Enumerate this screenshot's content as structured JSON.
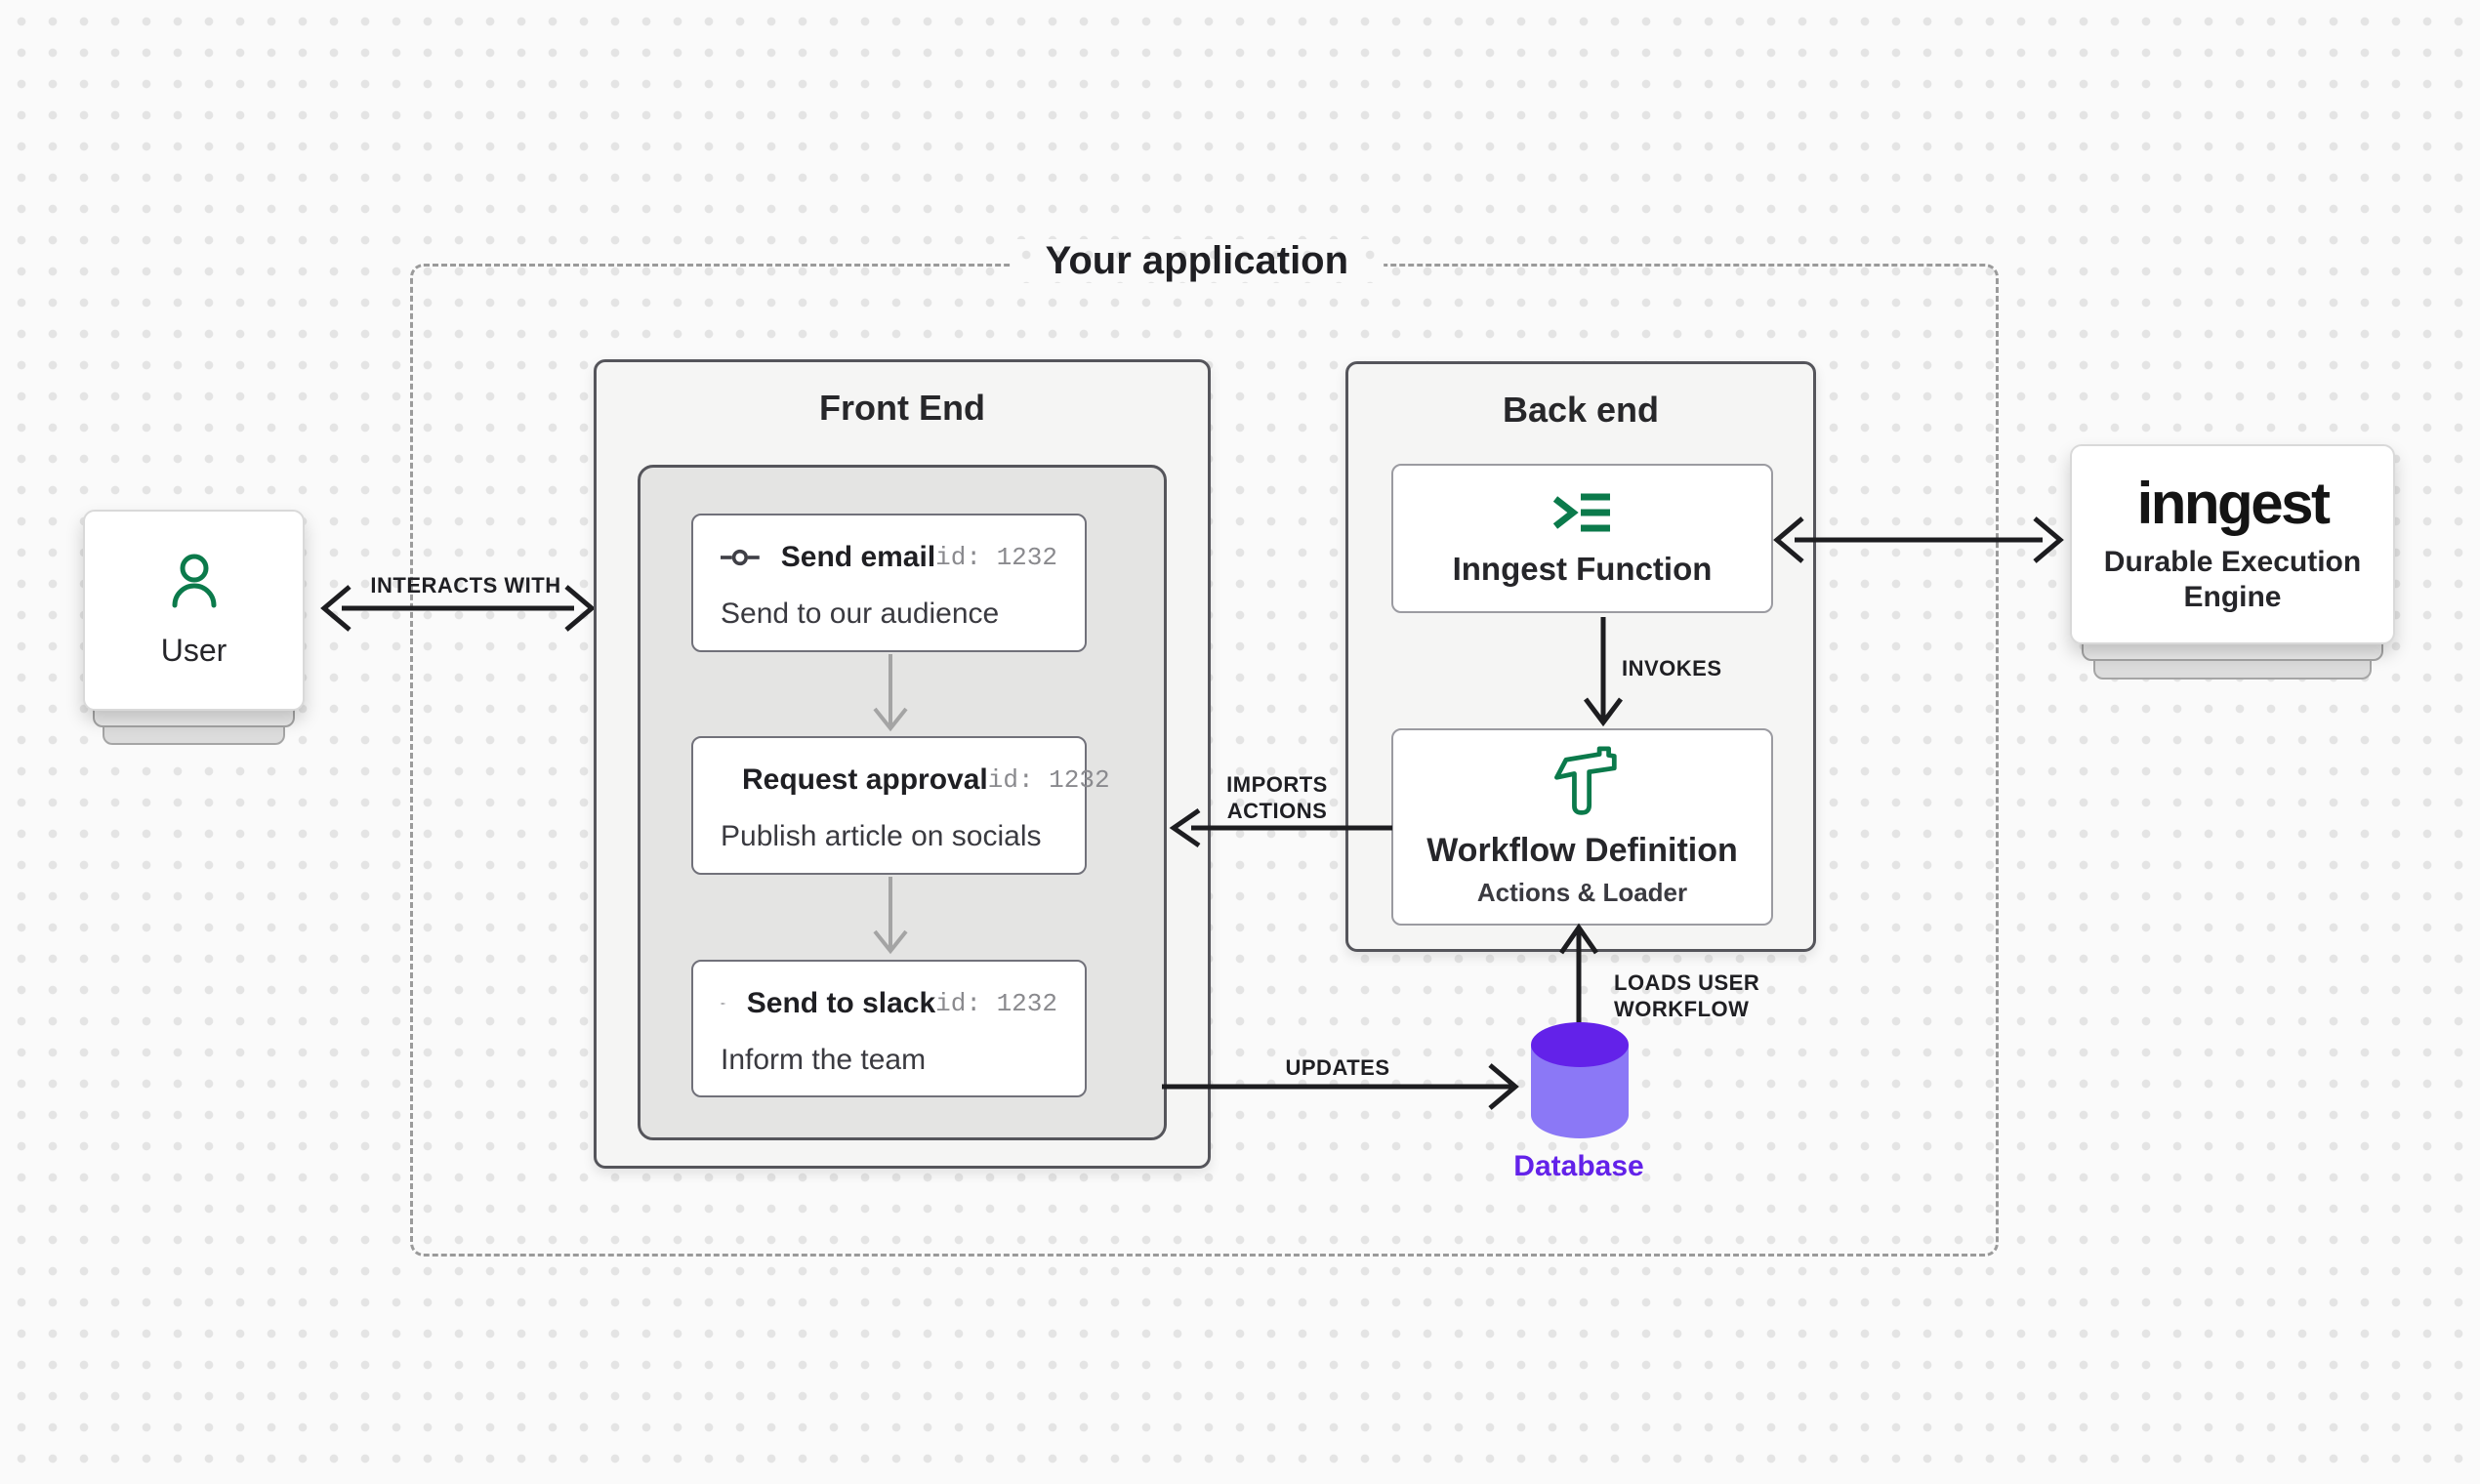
{
  "page": {
    "title": "Your application"
  },
  "user_node": {
    "label": "User",
    "icon": "person-icon"
  },
  "frontend": {
    "title": "Front End",
    "cards": [
      {
        "icon": "commit-icon",
        "title": "Send email",
        "id_label": "id: 1232",
        "description": "Send to our audience"
      },
      {
        "icon": "commit-icon",
        "title": "Request approval",
        "id_label": "id: 1232",
        "description": "Publish article on socials"
      },
      {
        "icon": "commit-icon",
        "title": "Send to slack",
        "id_label": "id: 1232",
        "description": "Inform the team"
      }
    ]
  },
  "backend": {
    "title": "Back end",
    "function_card": {
      "icon": "function-list-icon",
      "title": "Inngest Function"
    },
    "workflow_card": {
      "icon": "hammer-icon",
      "title": "Workflow Definition",
      "subtitle": "Actions & Loader"
    }
  },
  "engine": {
    "logo": "inngest",
    "subtitle": "Durable Execution Engine"
  },
  "database": {
    "label": "Database",
    "icon": "database-cylinder-icon"
  },
  "arrows": {
    "interacts_with": "INTERACTS WITH",
    "invokes": "INVOKES",
    "imports_line1": "IMPORTS",
    "imports_line2": "ACTIONS",
    "loads_line1": "LOADS USER",
    "loads_line2": "WORKFLOW",
    "updates": "UPDATES"
  },
  "colors": {
    "background": "#fafafa",
    "dot_grid": "#e4e4e4",
    "panel_fill": "#f5f5f4",
    "inner_fill": "#e4e4e3",
    "border_dark": "#55555b",
    "dashed_border": "#9b9b9b",
    "arrow_black": "#1d1d20",
    "arrow_gray": "#a4a4a4",
    "green": "#0b7a4b",
    "purple_dark": "#6322e9",
    "purple_light": "#8b78f6"
  }
}
